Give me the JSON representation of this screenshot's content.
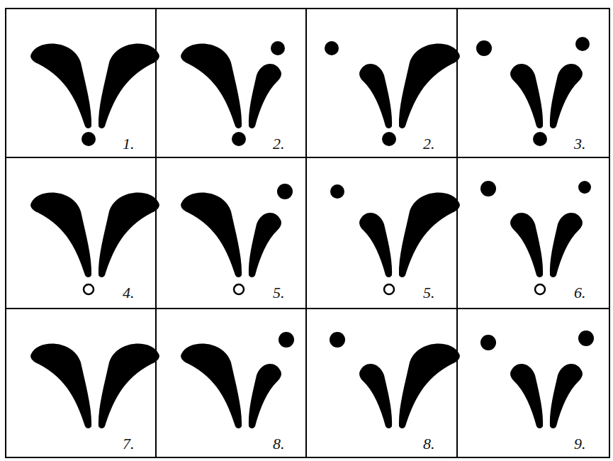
{
  "diagram": {
    "labels": [
      "1.",
      "2.",
      "2.",
      "3.",
      "4.",
      "5.",
      "5.",
      "6.",
      "7.",
      "8.",
      "8.",
      "9."
    ]
  }
}
